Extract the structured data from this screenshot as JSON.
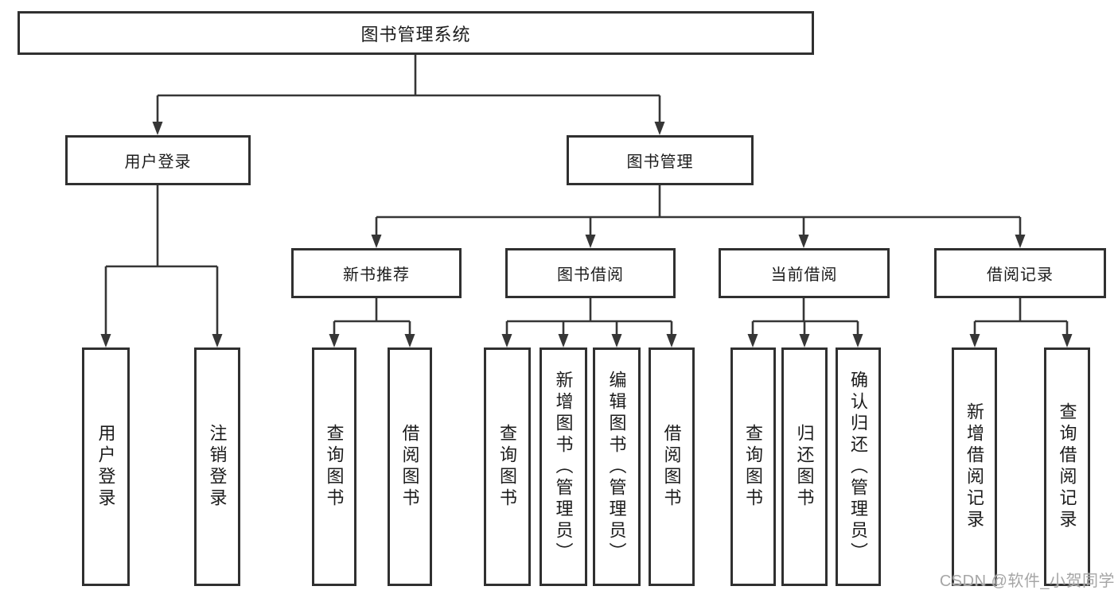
{
  "colors": {
    "background": "#ffffff",
    "box_border": "#303030",
    "line": "#363636",
    "text": "#1c1c1c",
    "watermark": "#a6a6a6"
  },
  "diagram": {
    "root": {
      "label": "图书管理系统"
    },
    "branches": [
      {
        "label": "用户登录",
        "children": [
          {
            "label": "用户登录"
          },
          {
            "label": "注销登录"
          }
        ]
      },
      {
        "label": "图书管理",
        "children": [
          {
            "label": "新书推荐",
            "children": [
              {
                "label": "查询图书"
              },
              {
                "label": "借阅图书"
              }
            ]
          },
          {
            "label": "图书借阅",
            "children": [
              {
                "label": "查询图书"
              },
              {
                "label": "新增图书（管理员）"
              },
              {
                "label": "编辑图书（管理员）"
              },
              {
                "label": "借阅图书"
              }
            ]
          },
          {
            "label": "当前借阅",
            "children": [
              {
                "label": "查询图书"
              },
              {
                "label": "归还图书"
              },
              {
                "label": "确认归还（管理员）"
              }
            ]
          },
          {
            "label": "借阅记录",
            "children": [
              {
                "label": "新增借阅记录"
              },
              {
                "label": "查询借阅记录"
              }
            ]
          }
        ]
      }
    ]
  },
  "watermark": {
    "text": "CSDN @软件_小贺同学"
  }
}
